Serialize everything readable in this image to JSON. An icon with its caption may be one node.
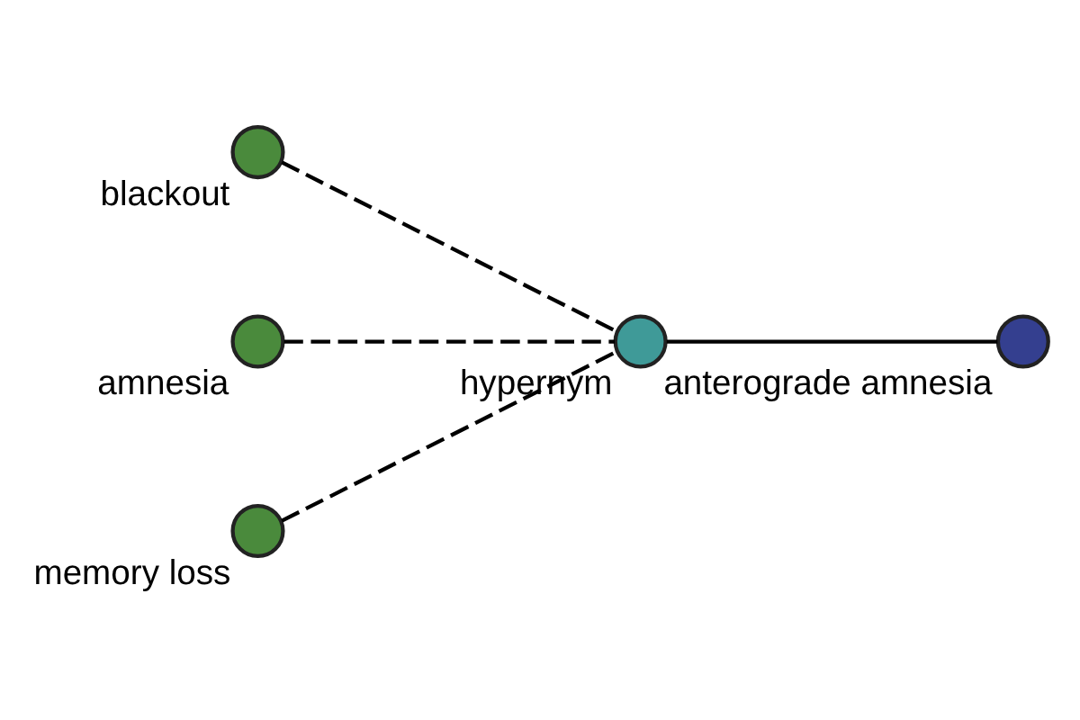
{
  "diagram": {
    "nodes": [
      {
        "text": [],
        "shape": "circle",
        "beside": [
          "blackout"
        ]
      },
      {
        "text": [],
        "shape": "circle",
        "beside": [
          "amnesia"
        ]
      },
      {
        "text": [],
        "shape": "circle",
        "beside": [
          "memory loss"
        ]
      },
      {
        "text": [],
        "shape": "circle",
        "beside": [
          "hypernym"
        ]
      },
      {
        "text": [],
        "shape": "circle",
        "beside": [
          "anterograde amnesia"
        ]
      }
    ],
    "edges": [
      {
        "from": 0,
        "to": 3,
        "arrow": "none",
        "style": "dashed"
      },
      {
        "from": 1,
        "to": 3,
        "arrow": "none",
        "style": "dashed"
      },
      {
        "from": 2,
        "to": 3,
        "arrow": "none",
        "style": "dashed"
      },
      {
        "from": 3,
        "to": 4,
        "arrow": "none"
      }
    ]
  }
}
